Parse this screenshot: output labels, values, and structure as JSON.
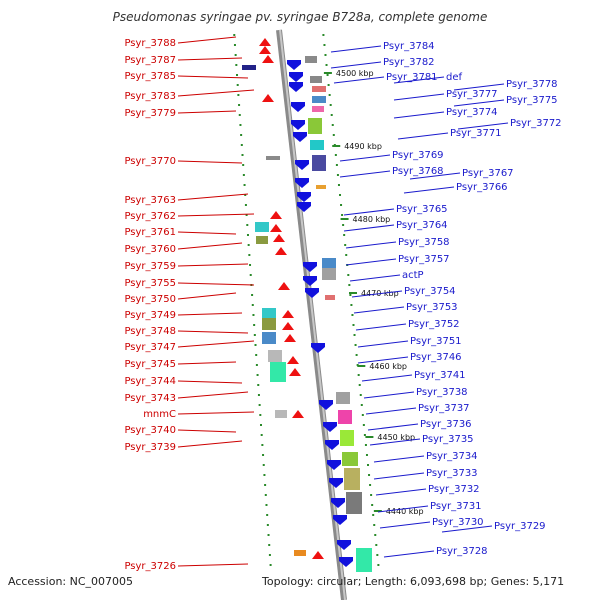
{
  "title": "Pseudomonas syringae pv. syringae B728a, complete genome",
  "footer": {
    "accession": "Accession: NC_007005",
    "topology": "Topology: circular; Length: 6,093,698 bp; Genes: 5,171"
  },
  "ticks": [
    "4500 kbp",
    "4490 kbp",
    "4480 kbp",
    "4470 kbp",
    "4460 kbp",
    "4450 kbp",
    "4440 kbp"
  ],
  "left_labels": [
    "Psyr_3788",
    "Psyr_3787",
    "Psyr_3785",
    "Psyr_3783",
    "Psyr_3779",
    "Psyr_3770",
    "Psyr_3763",
    "Psyr_3762",
    "Psyr_3761",
    "Psyr_3760",
    "Psyr_3759",
    "Psyr_3755",
    "Psyr_3750",
    "Psyr_3749",
    "Psyr_3748",
    "Psyr_3747",
    "Psyr_3745",
    "Psyr_3744",
    "Psyr_3743",
    "mnmC",
    "Psyr_3740",
    "Psyr_3739",
    "Psyr_3726"
  ],
  "right_labels": [
    "Psyr_3784",
    "Psyr_3782",
    "Psyr_3781",
    "def",
    "Psyr_3778",
    "Psyr_3777",
    "Psyr_3775",
    "Psyr_3774",
    "Psyr_3772",
    "Psyr_3771",
    "Psyr_3769",
    "Psyr_3768",
    "Psyr_3767",
    "Psyr_3766",
    "Psyr_3765",
    "Psyr_3764",
    "Psyr_3758",
    "Psyr_3757",
    "actP",
    "Psyr_3754",
    "Psyr_3753",
    "Psyr_3752",
    "Psyr_3751",
    "Psyr_3746",
    "Psyr_3741",
    "Psyr_3738",
    "Psyr_3737",
    "Psyr_3736",
    "Psyr_3735",
    "Psyr_3734",
    "Psyr_3733",
    "Psyr_3732",
    "Psyr_3731",
    "Psyr_3730",
    "Psyr_3729",
    "Psyr_3728"
  ],
  "colors": {
    "forward_label": "#cc0000",
    "reverse_label": "#1a1acc",
    "forward_gene": "#ee1111",
    "reverse_gene": "#1111dd",
    "backbone": "#8a8a8a",
    "gc_dots": "#2a8a2a"
  }
}
